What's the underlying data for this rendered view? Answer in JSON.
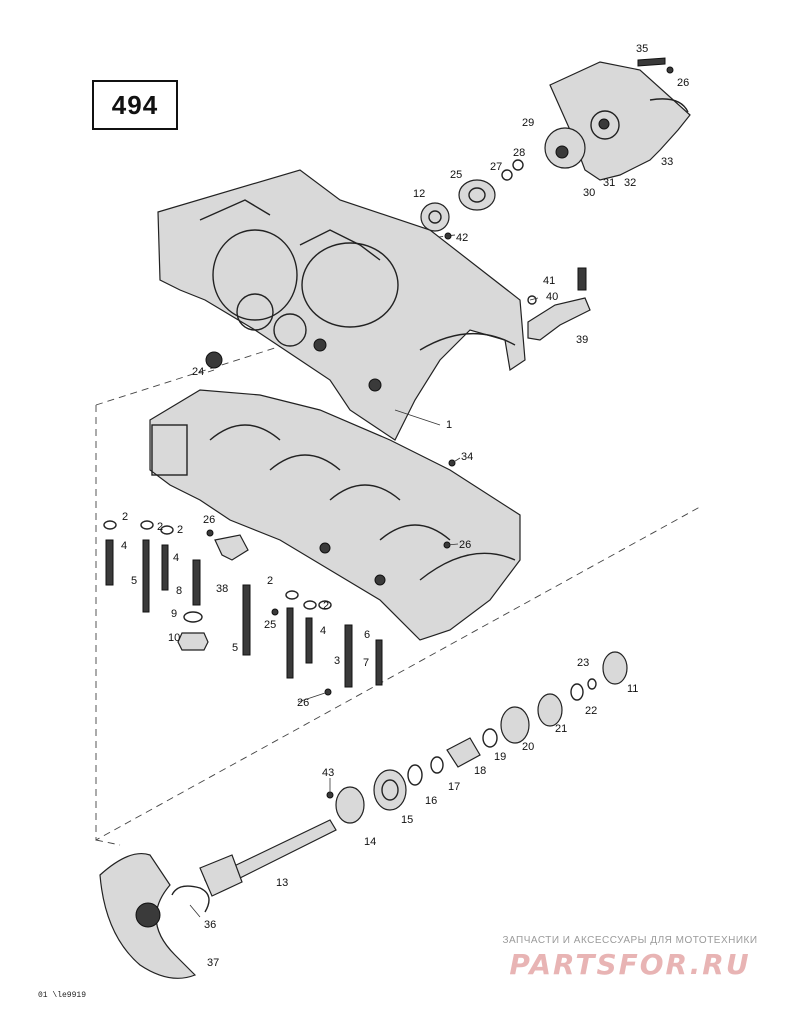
{
  "page_number": "494",
  "reference_code": "01 \\le9919",
  "watermark": {
    "tagline": "ЗАПЧАСТИ И АКСЕССУАРЫ ДЛЯ МОТОТЕХНИКИ",
    "logo": "PARTSFOR.RU"
  },
  "callouts": {
    "c1": "1",
    "c2a": "2",
    "c2b": "2",
    "c2c": "2",
    "c2d": "2",
    "c2e": "2",
    "c3": "3",
    "c4a": "4",
    "c4b": "4",
    "c4c": "4",
    "c5a": "5",
    "c5b": "5",
    "c6": "6",
    "c7": "7",
    "c8": "8",
    "c9": "9",
    "c10": "10",
    "c11": "11",
    "c12": "12",
    "c13": "13",
    "c14": "14",
    "c15": "15",
    "c16": "16",
    "c17": "17",
    "c18": "18",
    "c19": "19",
    "c20": "20",
    "c21": "21",
    "c22": "22",
    "c23": "23",
    "c24": "24",
    "c25a": "25",
    "c25b": "25",
    "c26a": "26",
    "c26b": "26",
    "c26c": "26",
    "c26d": "26",
    "c27": "27",
    "c28": "28",
    "c29": "29",
    "c30": "30",
    "c31": "31",
    "c32": "32",
    "c33": "33",
    "c34": "34",
    "c35": "35",
    "c36": "36",
    "c37": "37",
    "c38": "38",
    "c39": "39",
    "c40": "40",
    "c41": "41",
    "c42": "42",
    "c43": "43"
  }
}
